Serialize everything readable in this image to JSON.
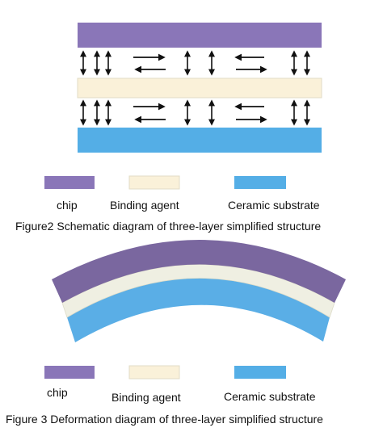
{
  "figure2": {
    "caption": "Figure2 Schematic diagram of three-layer simplified structure",
    "legend": {
      "chip": "chip",
      "binding_agent": "Binding agent",
      "ceramic_substrate": "Ceramic substrate"
    }
  },
  "figure3": {
    "caption": "Figure 3 Deformation diagram of three-layer simplified structure",
    "legend": {
      "chip": "chip",
      "binding_agent": "Binding agent",
      "ceramic_substrate": "Ceramic substrate"
    }
  },
  "colors": {
    "chip": "#8a76b8",
    "binding_agent": "#faf1d9",
    "ceramic_substrate": "#54aee6",
    "arrow": "#111111",
    "curved_chip": "#7a679f",
    "curved_binding": "#efefe2",
    "curved_ceramic": "#5aaee6"
  }
}
